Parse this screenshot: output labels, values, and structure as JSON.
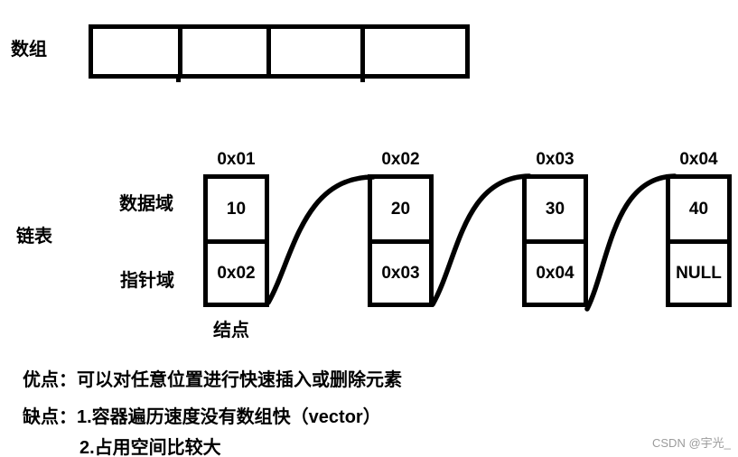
{
  "array_section": {
    "label": "数组",
    "cell_count": 4
  },
  "list_section": {
    "label": "链表",
    "row_labels": {
      "data": "数据域",
      "pointer": "指针域"
    },
    "node_caption": "结点",
    "nodes": [
      {
        "address": "0x01",
        "data": "10",
        "pointer": "0x02"
      },
      {
        "address": "0x02",
        "data": "20",
        "pointer": "0x03"
      },
      {
        "address": "0x03",
        "data": "30",
        "pointer": "0x04"
      },
      {
        "address": "0x04",
        "data": "40",
        "pointer": "NULL"
      }
    ]
  },
  "notes": {
    "pros_line": "优点：可以对任意位置进行快速插入或删除元素",
    "cons_line1": "缺点：1.容器遍历速度没有数组快（vector）",
    "cons_line2": "2.占用空间比较大"
  },
  "watermark": "CSDN @宇光_",
  "colors": {
    "ink": "#000000",
    "background": "#ffffff",
    "watermark": "#9b9b9b"
  }
}
